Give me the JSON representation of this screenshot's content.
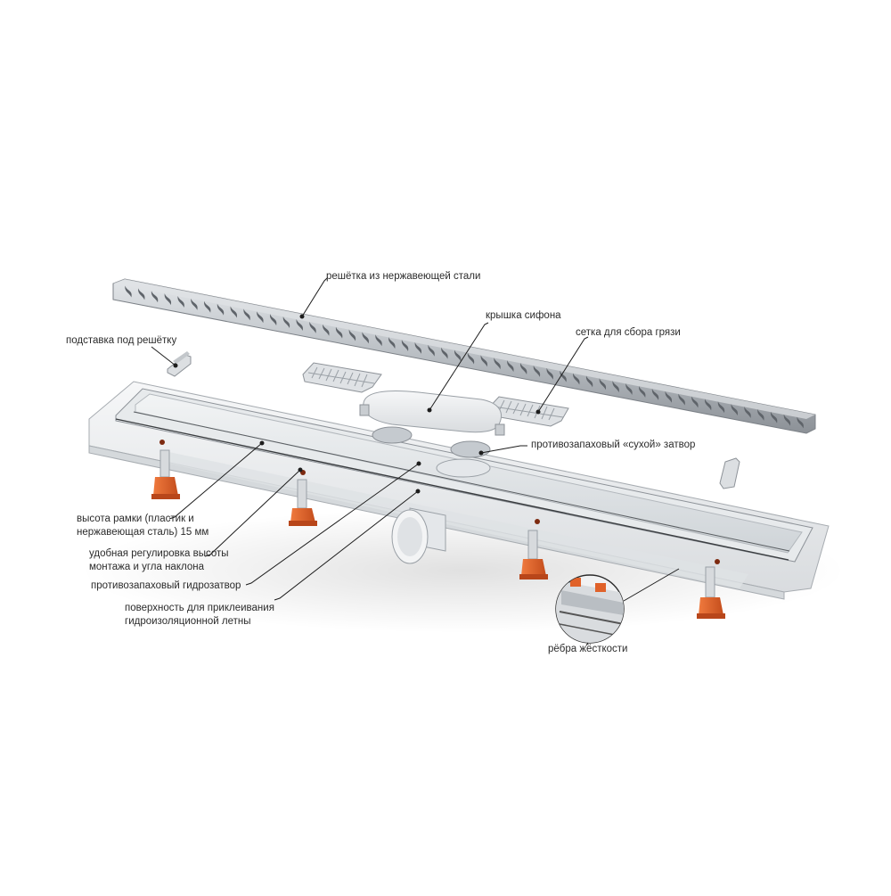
{
  "labels": {
    "grate": "решётка из нержавеющей стали",
    "siphon_cover": "крышка сифона",
    "dirt_mesh": "сетка для сбора грязи",
    "grate_stand": "подставка под решётку",
    "dry_seal": "противозапаховый «сухой» затвор",
    "frame_height": [
      "высота рамки (пластик и",
      "нержавеющая сталь) 15 мм"
    ],
    "adjustment": [
      "удобная регулировка высоты",
      "монтажа и угла наклона"
    ],
    "water_seal": "противозапаховый гидрозатвор",
    "surface": [
      "поверхность для приклеивания",
      "гидроизоляционной летны"
    ],
    "ribs": "рёбра жёсткости"
  },
  "colors": {
    "steel": "#c9cdd1",
    "steel_dark": "#8d9298",
    "plastic": "#eef0f2",
    "plastic_shade": "#d6dadd",
    "foot": "#e0622a",
    "foot_dark": "#b8461a"
  }
}
